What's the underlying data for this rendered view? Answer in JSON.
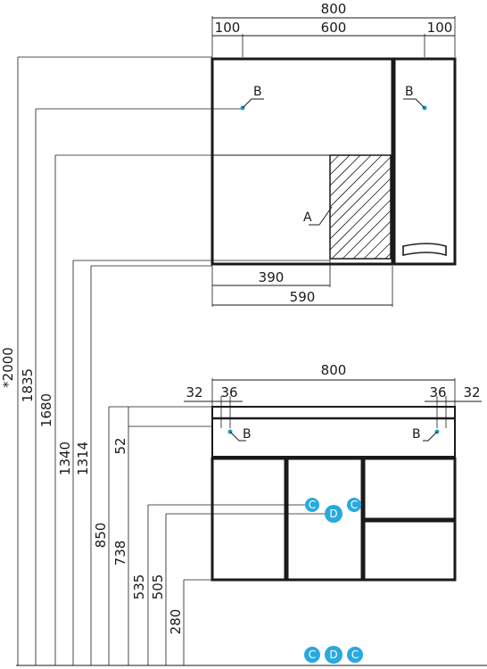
{
  "mirror_cabinet": {
    "width_total": "800",
    "width_left": "100",
    "width_middle": "600",
    "width_right": "100",
    "shelf_width": "390",
    "mirror_width": "590",
    "label_a": "A",
    "label_b_left": "B",
    "label_b_right": "B"
  },
  "vanity": {
    "width_total": "800",
    "left_offset_outer": "32",
    "left_offset_inner": "36",
    "right_offset_inner": "36",
    "right_offset_outer": "32",
    "depth_top": "52",
    "label_b_left": "B",
    "label_b_right": "B"
  },
  "heights": {
    "h2000": "*2000",
    "h1835": "1835",
    "h1680": "1680",
    "h1340": "1340",
    "h1314": "1314",
    "h850": "850",
    "h738": "738",
    "h535": "535",
    "h505": "505",
    "h280": "280"
  },
  "markers": {
    "c": "C",
    "d": "D"
  },
  "colors": {
    "line": "#1a1a1a",
    "marker": "#28a9df"
  }
}
